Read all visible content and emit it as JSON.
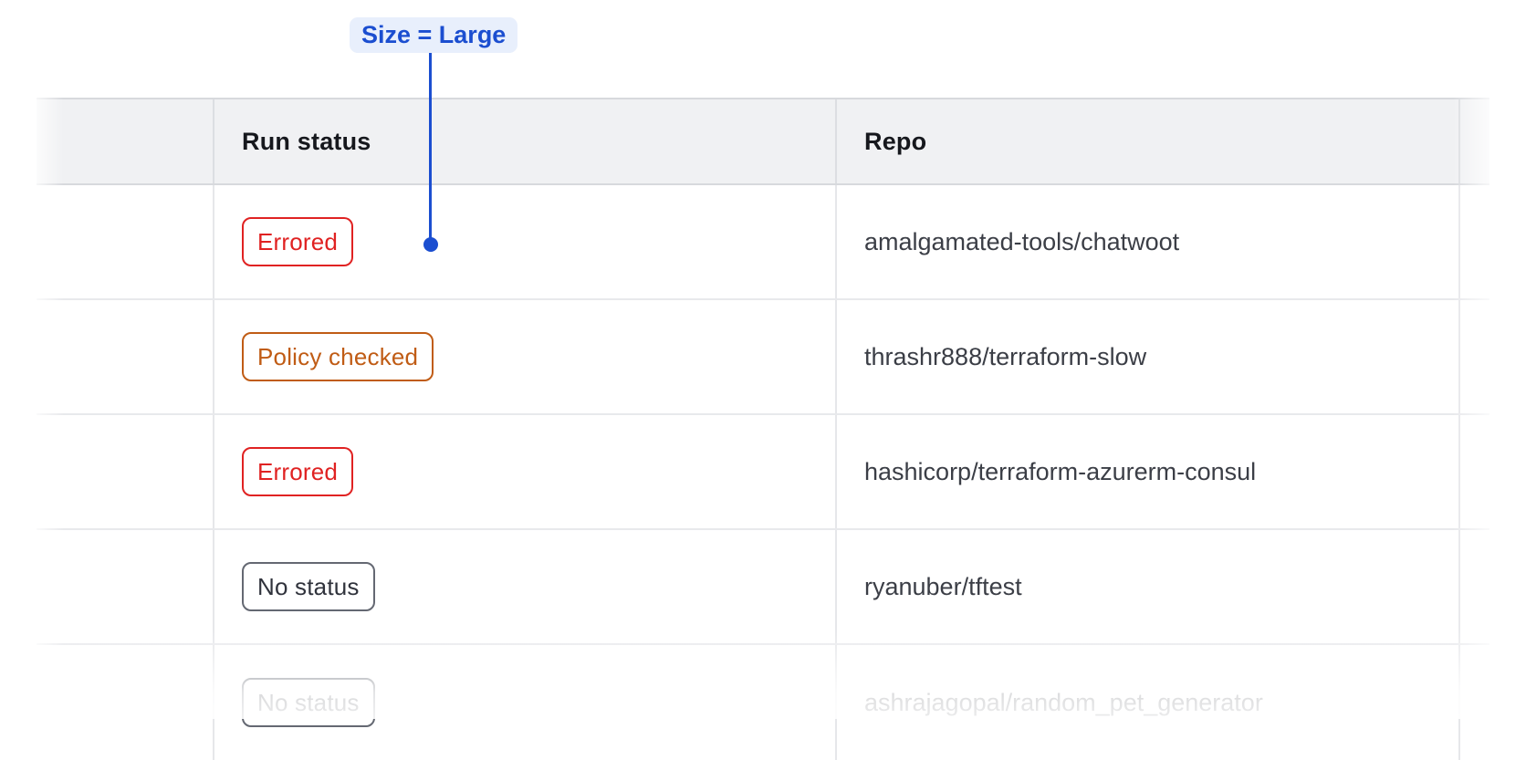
{
  "annotation": {
    "label": "Size = Large",
    "text_color": "#1b4ed0",
    "bg_color": "#e8effc",
    "line_color": "#1b4ed0"
  },
  "table": {
    "columns": [
      {
        "label": ""
      },
      {
        "label": "Run status"
      },
      {
        "label": "Repo"
      }
    ],
    "rows": [
      {
        "status": {
          "label": "Errored",
          "kind": "errored"
        },
        "repo": "amalgamated-tools/chatwoot"
      },
      {
        "status": {
          "label": "Policy checked",
          "kind": "policy-checked"
        },
        "repo": "thrashr888/terraform-slow"
      },
      {
        "status": {
          "label": "Errored",
          "kind": "errored"
        },
        "repo": "hashicorp/terraform-azurerm-consul"
      },
      {
        "status": {
          "label": "No status",
          "kind": "no-status"
        },
        "repo": "ryanuber/tftest"
      },
      {
        "status": {
          "label": "No status",
          "kind": "no-status"
        },
        "repo": "ashrajagopal/random_pet_generator"
      }
    ]
  },
  "status_colors": {
    "errored": "#e02222",
    "policy-checked": "#c05c15",
    "no-status": "#30333c"
  },
  "theme": {
    "header_bg": "#f0f1f3",
    "header_border": "#d7d9dd",
    "row_divider": "#e8e9ec",
    "repo_text": "#3b3e46"
  }
}
